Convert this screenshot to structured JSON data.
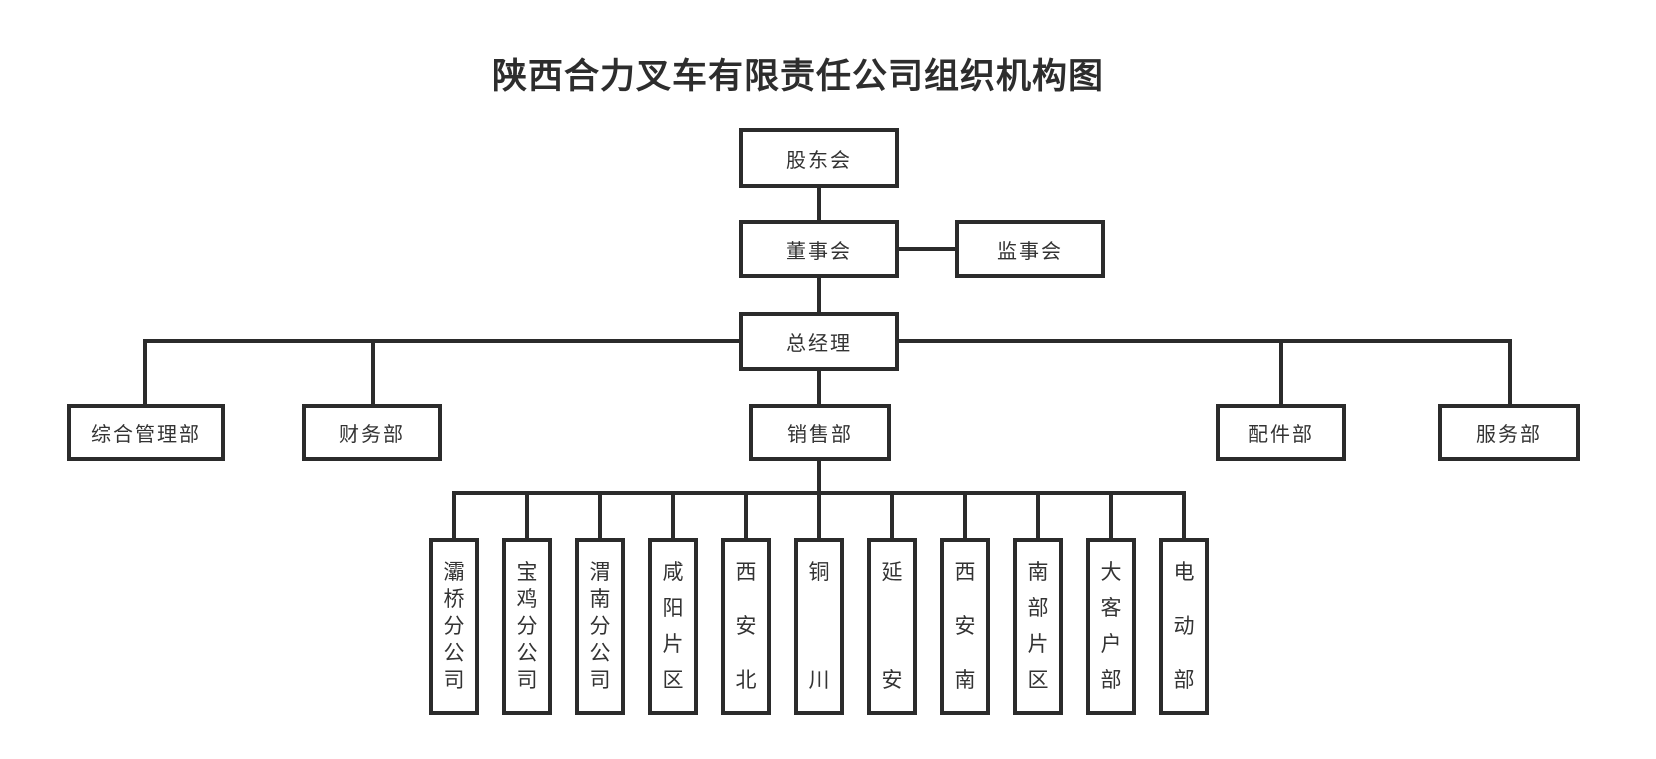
{
  "title": "陕西合力叉车有限责任公司组织机构图",
  "colors": {
    "line": "#2b2b2b",
    "background": "#ffffff",
    "text": "#333333"
  },
  "org": {
    "shareholders": "股东会",
    "board": "董事会",
    "supervisory": "监事会",
    "general_manager": "总经理"
  },
  "departments": [
    {
      "label": "综合管理部"
    },
    {
      "label": "财务部"
    },
    {
      "label": "销售部"
    },
    {
      "label": "配件部"
    },
    {
      "label": "服务部"
    }
  ],
  "sales_branches": [
    {
      "label": "灞桥分公司"
    },
    {
      "label": "宝鸡分公司"
    },
    {
      "label": "渭南分公司"
    },
    {
      "label": "咸阳片区"
    },
    {
      "label": "西安北"
    },
    {
      "label": "铜川"
    },
    {
      "label": "延安"
    },
    {
      "label": "西安南"
    },
    {
      "label": "南部片区"
    },
    {
      "label": "大客户部"
    },
    {
      "label": "电动部"
    }
  ]
}
